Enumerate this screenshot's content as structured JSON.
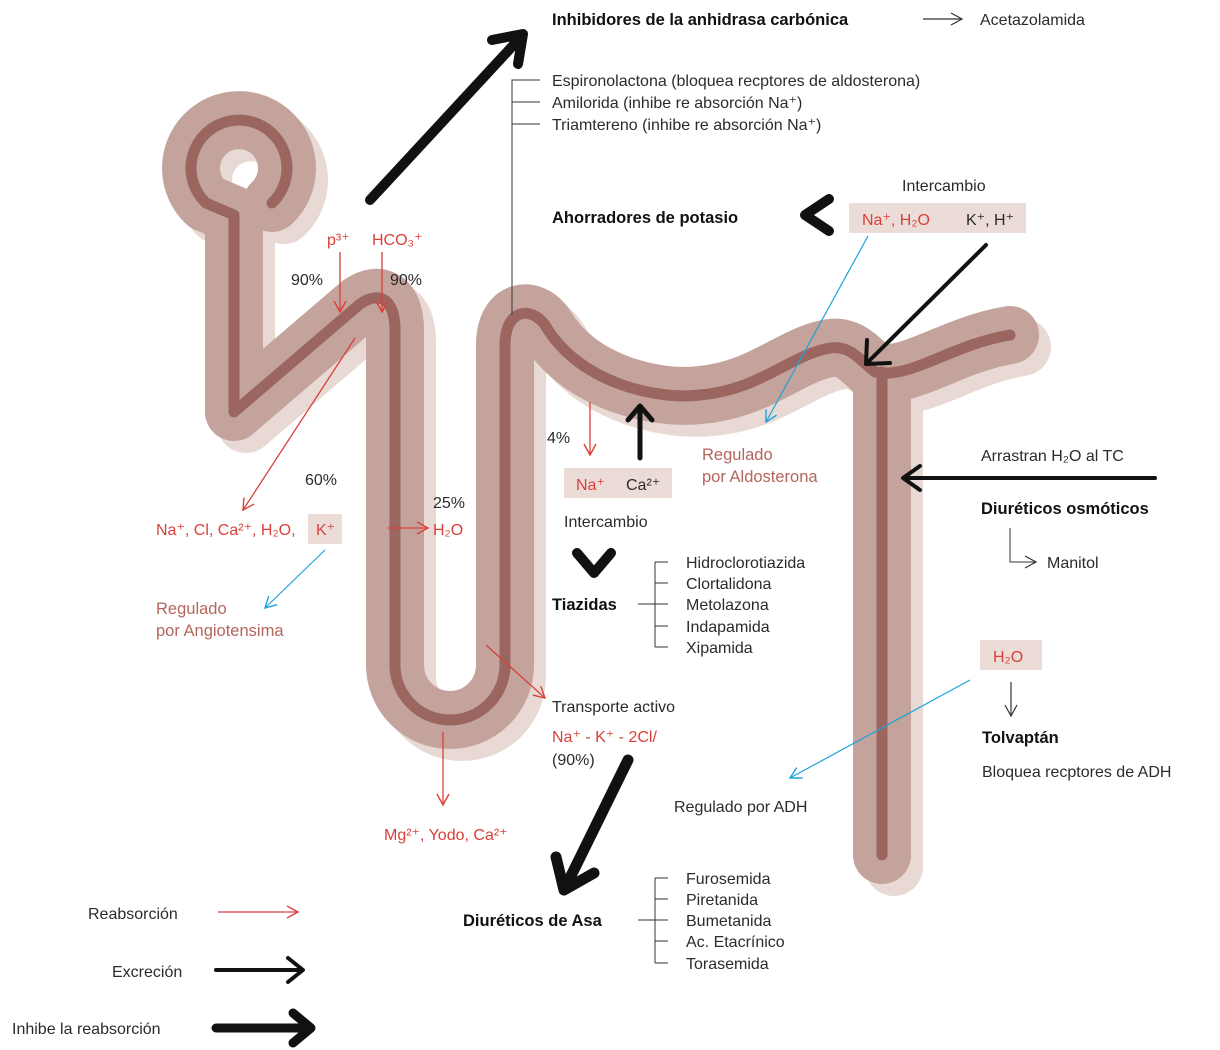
{
  "colors": {
    "tube_outer": "#c4a39d",
    "tube_shadow": "#e9d9d5",
    "tube_inner": "#9b6660",
    "red": "#d9403a",
    "blue": "#1ba3d9",
    "label_box": "#ecdcd8",
    "black": "#111111"
  },
  "top": {
    "carbonic_group": "Inhibidores de la anhidrasa carbónica",
    "carbonic_drug": "Acetazolamida",
    "k_sparing_drugs": [
      "Espironolactona (bloquea recptores de aldosterona)",
      "Amilorida (inhibe re absorción Na⁺)",
      "Triamtereno (inhibe re absorción Na⁺)"
    ]
  },
  "proximal": {
    "p_ion": "p³⁺",
    "hco3_ion": "HCO₃⁺",
    "pct_left": "90%",
    "pct_right": "90%",
    "pct_60": "60%",
    "reabsorbed": "Na⁺, Cl, Ca²⁺, H₂O,",
    "k_ion": "K⁺",
    "regulated_line1": "Regulado",
    "regulated_line2": "por Angiotensima"
  },
  "loop": {
    "pct_25": "25%",
    "h2o": "H₂O",
    "bottom_ions": "Mg²⁺, Yodo, Ca²⁺",
    "transport": "Transporte activo",
    "transport_ions": "Na⁺ - K⁺ - 2Cl/",
    "transport_pct": "(90%)",
    "group": "Diuréticos de Asa",
    "drugs": [
      "Furosemida",
      "Piretanida",
      "Bumetanida",
      "Ac. Etacrínico",
      "Torasemida"
    ]
  },
  "distal": {
    "pct_4": "4%",
    "na": "Na⁺",
    "ca": "Ca²⁺",
    "exchange": "Intercambio",
    "group": "Tiazidas",
    "drugs": [
      "Hidroclorotiazida",
      "Clortalidona",
      "Metolazona",
      "Indapamida",
      "Xipamida"
    ]
  },
  "potassium": {
    "group": "Ahorradores de potasio",
    "exchange": "Intercambio",
    "na_h2o": "Na⁺, H₂O",
    "k_h": "K⁺, H⁺",
    "regulated_line1": "Regulado",
    "regulated_line2": "por Aldosterona"
  },
  "collecting": {
    "drag": "Arrastran H₂O al TC",
    "osmotic_group": "Diuréticos osmóticos",
    "osmotic_drug": "Manitol",
    "h2o": "H₂O",
    "tolvaptan": "Tolvaptán",
    "tolvaptan_desc": "Bloquea recptores de ADH",
    "adh": "Regulado por ADH"
  },
  "legend": {
    "reabsorption": "Reabsorción",
    "excretion": "Excreción",
    "inhibit": "Inhibe la reabsorción"
  }
}
